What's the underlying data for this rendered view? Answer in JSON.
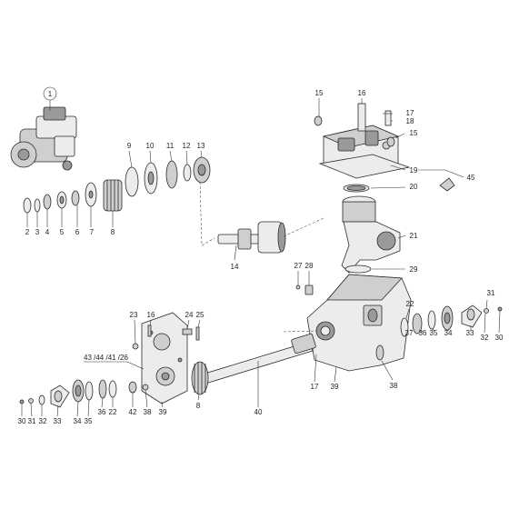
{
  "diagram": {
    "labels": {
      "p1": "1",
      "p2": "2",
      "p3": "3",
      "p4": "4",
      "p5": "5",
      "p6": "6",
      "p7": "7",
      "p8": "8",
      "p9": "9",
      "p10": "10",
      "p11": "11",
      "p12": "12",
      "p13": "13",
      "p14": "14",
      "p15a": "15",
      "p16a": "16",
      "p17a": "17",
      "p18": "18",
      "p15b": "15",
      "p19": "19",
      "p45": "45",
      "p20": "20",
      "p21": "21",
      "p27": "27",
      "p28": "28",
      "p29": "29",
      "p23": "23",
      "p16b": "16",
      "p24": "24",
      "p25": "25",
      "p43": "43 /44 /41 /26",
      "p22a": "22",
      "p31a": "31",
      "p32a": "32",
      "p30a": "30",
      "p37": "37",
      "p36a": "36",
      "p35a": "35",
      "p34a": "34",
      "p33a": "33",
      "p17b": "17",
      "p39a": "39",
      "p38a": "38",
      "p40": "40",
      "p8b": "8",
      "p30b": "30",
      "p31b": "31",
      "p32b": "32",
      "p33b": "33",
      "p34b": "34",
      "p35b": "35",
      "p36b": "36",
      "p22b": "22",
      "p42": "42",
      "p38b": "38",
      "p39b": "39"
    }
  }
}
